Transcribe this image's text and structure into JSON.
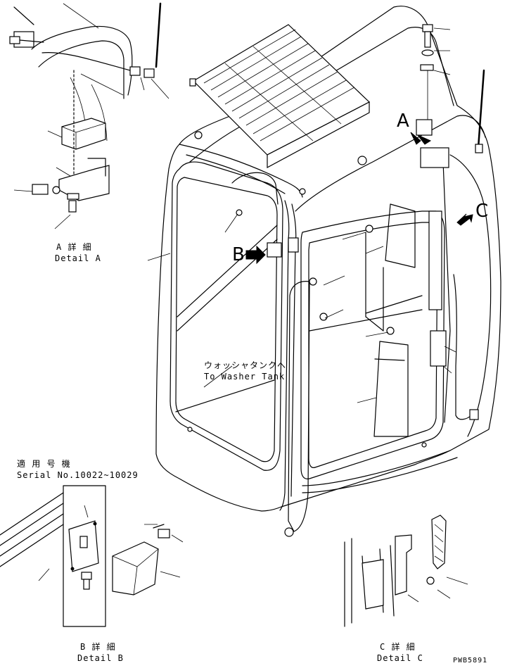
{
  "labels": {
    "detail_a_jp": "A 詳 細",
    "detail_a_en": "Detail A",
    "detail_b_jp": "B 詳 細",
    "detail_b_en": "Detail B",
    "detail_c_jp": "C 詳 細",
    "detail_c_en": "Detail C",
    "washer_jp": "ウォッシャタンクへ",
    "washer_en": "To Washer Tank",
    "serial_jp": "適 用 号 機",
    "serial_en": "Serial No.10022~10029",
    "callout_a": "A",
    "callout_b": "B",
    "callout_c": "C",
    "drawing_no": "PWB5891"
  }
}
